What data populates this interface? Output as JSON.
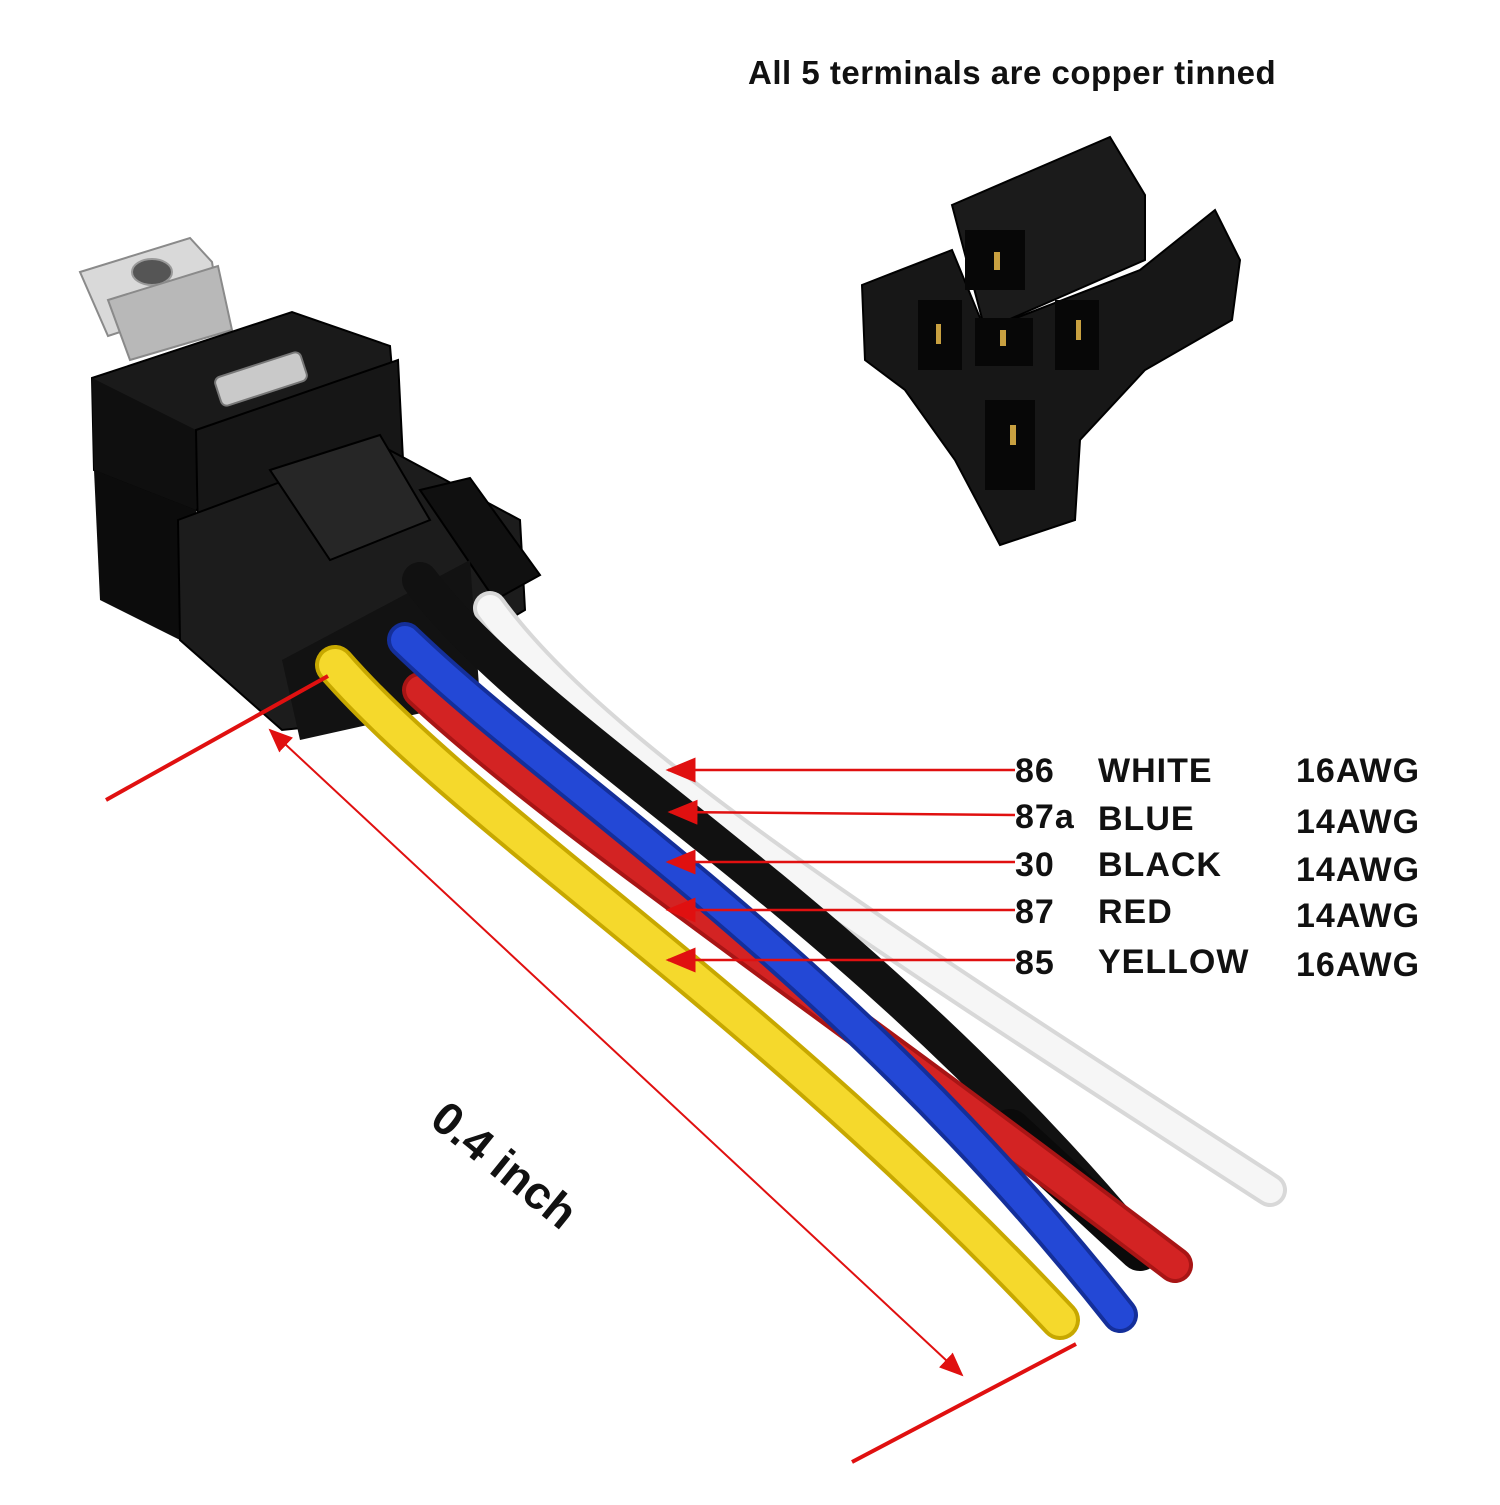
{
  "headline": "All 5 terminals are copper tinned",
  "dimension_label": "0.4 inch",
  "wires": [
    {
      "pin": "86",
      "color_name": "WHITE",
      "gauge": "16AWG",
      "color": "#f2f2f2"
    },
    {
      "pin": "87a",
      "color_name": "BLUE",
      "gauge": "14AWG",
      "color": "#1f3fc7"
    },
    {
      "pin": "30",
      "color_name": "BLACK",
      "gauge": "14AWG",
      "color": "#1b1b1b"
    },
    {
      "pin": "87",
      "color_name": "RED",
      "gauge": "14AWG",
      "color": "#c81f1f"
    },
    {
      "pin": "85",
      "color_name": "YELLOW",
      "gauge": "16AWG",
      "color": "#f3d321"
    }
  ],
  "colors": {
    "arrow": "#e01010",
    "housing": "#141414",
    "bracket": "#c8c8c8"
  }
}
